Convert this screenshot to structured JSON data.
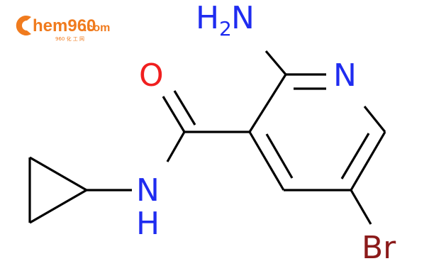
{
  "logo": {
    "brand": "hem960",
    "domain": ".com",
    "tagline": "960 化 工 网",
    "color": "#F07B1E"
  },
  "molecule": {
    "atoms": {
      "amine_H": "H",
      "amine_sub": "2",
      "amine_N": "N",
      "ring_N": "N",
      "carbonyl_O": "O",
      "amide_N": "N",
      "amide_H": "H",
      "bromine": "Br"
    },
    "colors": {
      "bond": "#000000",
      "nitrogen": "#1F2CF0",
      "oxygen": "#F01F1F",
      "bromine": "#8B1A1A"
    }
  }
}
